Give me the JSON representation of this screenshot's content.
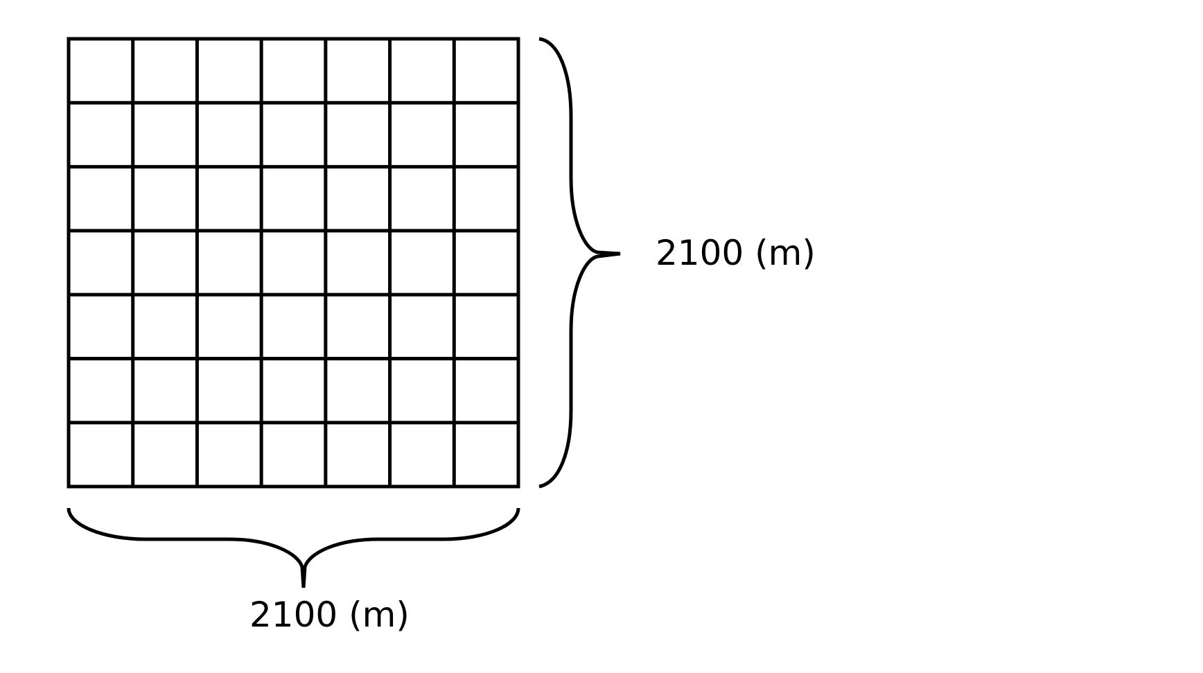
{
  "diagram": {
    "grid": {
      "rows": 7,
      "columns": 7
    },
    "width_label": "2100 (m)",
    "height_label": "2100 (m)",
    "colors": {
      "line": "#000000",
      "background": "#ffffff"
    }
  }
}
